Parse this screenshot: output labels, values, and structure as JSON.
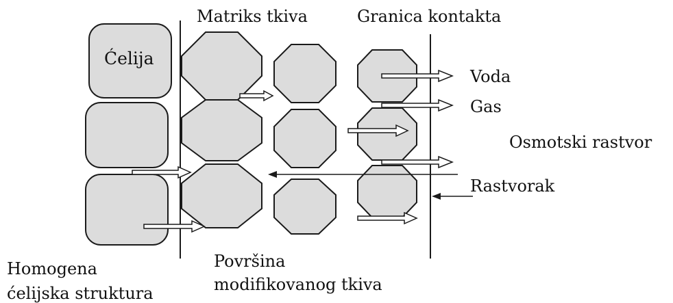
{
  "labels": {
    "cell": "Ćelija",
    "tissue_matrix": "Matriks tkiva",
    "contact_border": "Granica kontakta",
    "water": "Voda",
    "gas": "Gas",
    "osmotic_solution": "Osmotski rastvor",
    "solute": "Rastvorak",
    "homogeneous_1": "Homogena",
    "homogeneous_2": "ćelijska struktura",
    "surface_1": "Površina",
    "surface_2": "modifikovanog tkiva"
  },
  "colors": {
    "cell_fill": "#dcdcdc",
    "stroke": "#1a1a1a",
    "background": "#ffffff"
  }
}
